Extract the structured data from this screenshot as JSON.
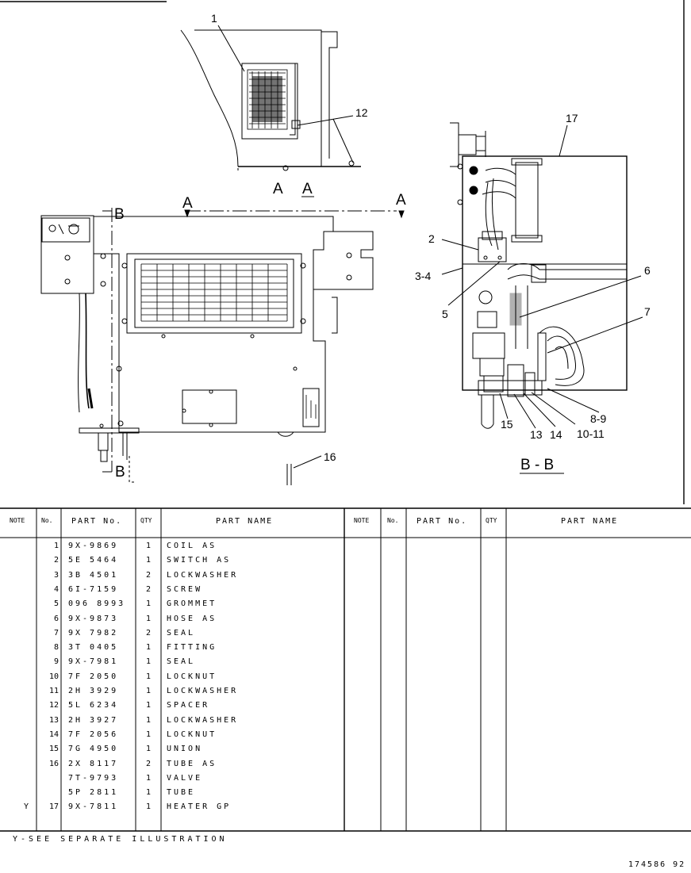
{
  "callouts": {
    "c1": "1",
    "c12": "12",
    "c17": "17",
    "c2": "2",
    "c3_4": "3-4",
    "c5": "5",
    "c6": "6",
    "c7": "7",
    "c8_9": "8-9",
    "c10_11": "10-11",
    "c13": "13",
    "c14": "14",
    "c15": "15",
    "c16": "16"
  },
  "section_labels": {
    "aa_left": "A",
    "aa_right": "A",
    "arrow_a_left": "A",
    "arrow_a_right": "A",
    "b_top": "B",
    "b_bottom": "B",
    "bb": "B - B"
  },
  "table": {
    "headers": {
      "note": "NOTE",
      "no": "No.",
      "part_no": "PART No.",
      "qty": "QTY",
      "part_name": "PART NAME",
      "note2": "NOTE",
      "no2": "No.",
      "part_no2": "PART No.",
      "qty2": "QTY",
      "part_name2": "PART NAME"
    },
    "rows": [
      {
        "note": "",
        "no": "1",
        "part_no": "9X-9869",
        "qty": "1",
        "name": "COIL AS"
      },
      {
        "note": "",
        "no": "2",
        "part_no": "5E 5464",
        "qty": "1",
        "name": "SWITCH AS"
      },
      {
        "note": "",
        "no": "3",
        "part_no": "3B 4501",
        "qty": "2",
        "name": "LOCKWASHER"
      },
      {
        "note": "",
        "no": "4",
        "part_no": "6I-7159",
        "qty": "2",
        "name": "SCREW"
      },
      {
        "note": "",
        "no": "5",
        "part_no": "096 8993",
        "qty": "1",
        "name": "GROMMET"
      },
      {
        "note": "",
        "no": "6",
        "part_no": "9X-9873",
        "qty": "1",
        "name": "HOSE AS"
      },
      {
        "note": "",
        "no": "7",
        "part_no": "9X 7982",
        "qty": "2",
        "name": "SEAL"
      },
      {
        "note": "",
        "no": "8",
        "part_no": "3T 0405",
        "qty": "1",
        "name": "FITTING"
      },
      {
        "note": "",
        "no": "9",
        "part_no": "9X-7981",
        "qty": "1",
        "name": "SEAL"
      },
      {
        "note": "",
        "no": "10",
        "part_no": "7F 2050",
        "qty": "1",
        "name": "LOCKNUT"
      },
      {
        "note": "",
        "no": "11",
        "part_no": "2H 3929",
        "qty": "1",
        "name": "LOCKWASHER"
      },
      {
        "note": "",
        "no": "12",
        "part_no": "5L 6234",
        "qty": "1",
        "name": "SPACER"
      },
      {
        "note": "",
        "no": "13",
        "part_no": "2H 3927",
        "qty": "1",
        "name": "LOCKWASHER"
      },
      {
        "note": "",
        "no": "14",
        "part_no": "7F 2056",
        "qty": "1",
        "name": "LOCKNUT"
      },
      {
        "note": "",
        "no": "15",
        "part_no": "7G 4950",
        "qty": "1",
        "name": "UNION"
      },
      {
        "note": "",
        "no": "16",
        "part_no": "2X 8117",
        "qty": "2",
        "name": "TUBE AS"
      },
      {
        "note": "",
        "no": "",
        "part_no": "7T-9793",
        "qty": "1",
        "name": "VALVE"
      },
      {
        "note": "",
        "no": "",
        "part_no": "5P 2811",
        "qty": "1",
        "name": "TUBE"
      },
      {
        "note": "Y",
        "no": "17",
        "part_no": "9X-7811",
        "qty": "1",
        "name": "HEATER GP"
      }
    ]
  },
  "footnote": "Y-SEE SEPARATE ILLUSTRATION",
  "drawing_number": "174586 92"
}
